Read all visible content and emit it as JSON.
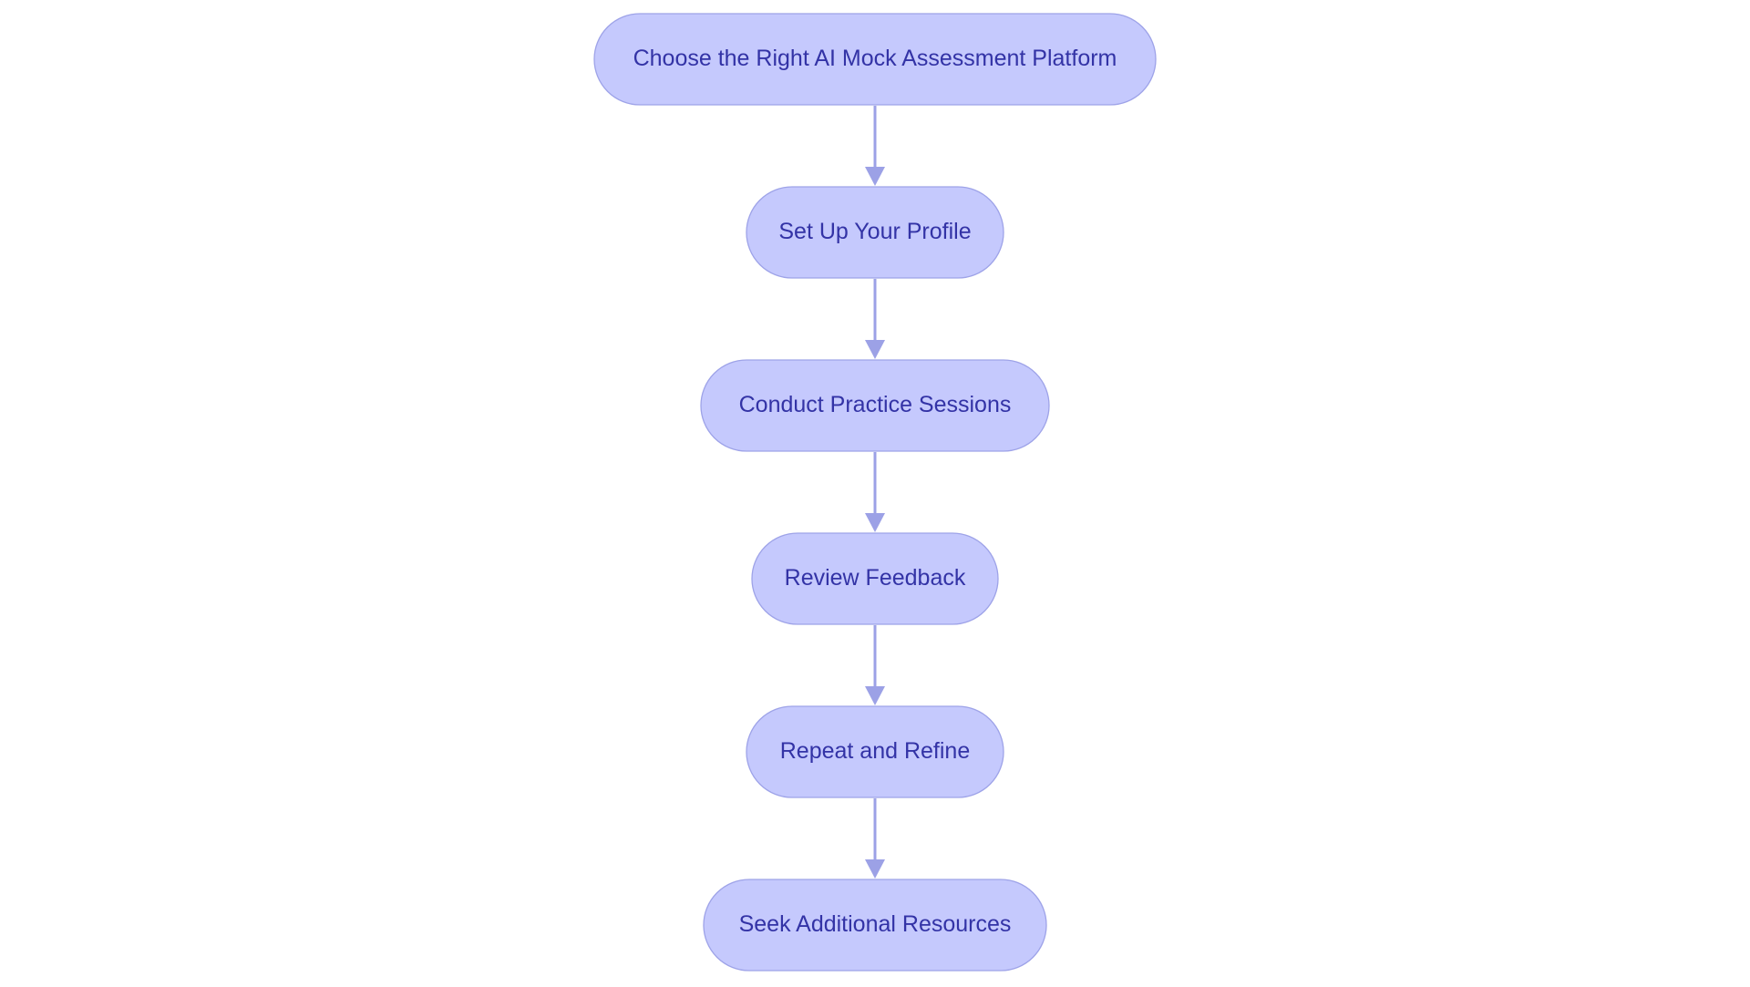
{
  "diagram": {
    "type": "flowchart",
    "direction": "top-to-bottom",
    "colors": {
      "node_fill": "#c5c9fd",
      "node_border": "#9ea3e8",
      "node_text": "#3333a6",
      "edge": "#9ca1e6",
      "background": "#ffffff"
    },
    "steps": [
      {
        "label": "Choose the Right AI Mock Assessment Platform"
      },
      {
        "label": "Set Up Your Profile"
      },
      {
        "label": "Conduct Practice Sessions"
      },
      {
        "label": "Review Feedback"
      },
      {
        "label": "Repeat and Refine"
      },
      {
        "label": "Seek Additional Resources"
      }
    ],
    "edges": [
      {
        "from": 0,
        "to": 1
      },
      {
        "from": 1,
        "to": 2
      },
      {
        "from": 2,
        "to": 3
      },
      {
        "from": 3,
        "to": 4
      },
      {
        "from": 4,
        "to": 5
      }
    ]
  }
}
